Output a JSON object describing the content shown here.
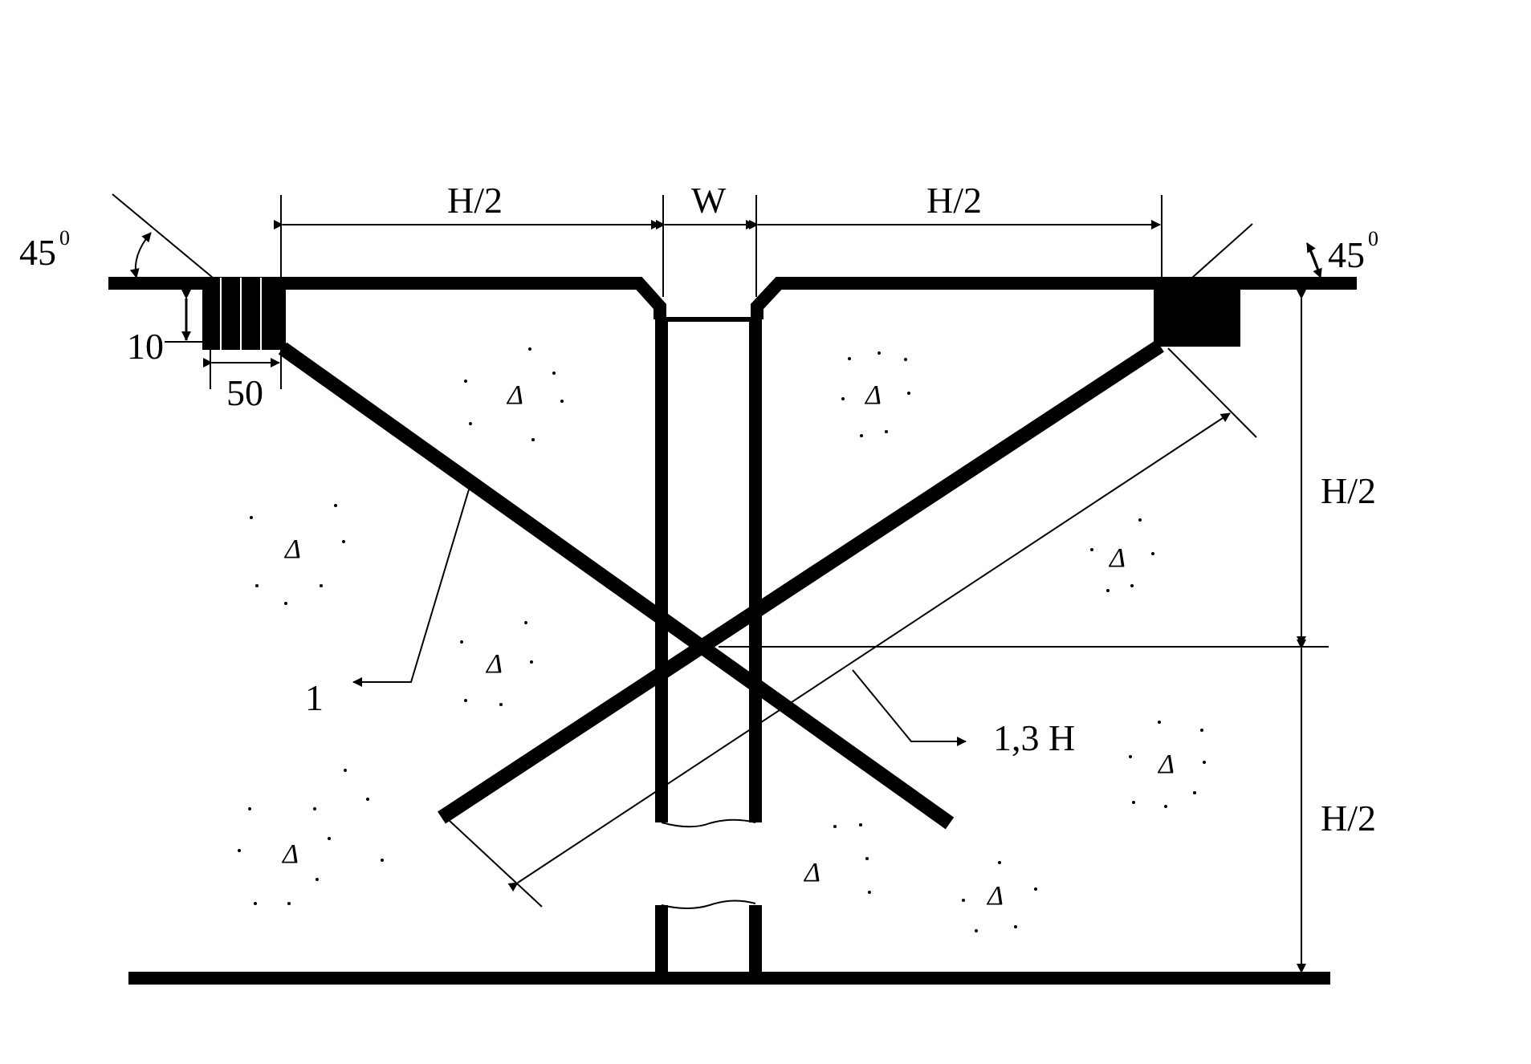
{
  "diagram": {
    "top_dim_left": "H/2",
    "top_dim_mid": "W",
    "top_dim_right": "H/2",
    "angle_left": "45",
    "angle_left_sup": "0",
    "angle_right": "45",
    "angle_right_sup": "0",
    "dim_10": "10",
    "dim_50": "50",
    "right_dim_upper": "H/2",
    "right_dim_lower": "H/2",
    "callout_1": "1",
    "callout_length": "1,3 H",
    "aggregate_glyph": "Δ"
  }
}
